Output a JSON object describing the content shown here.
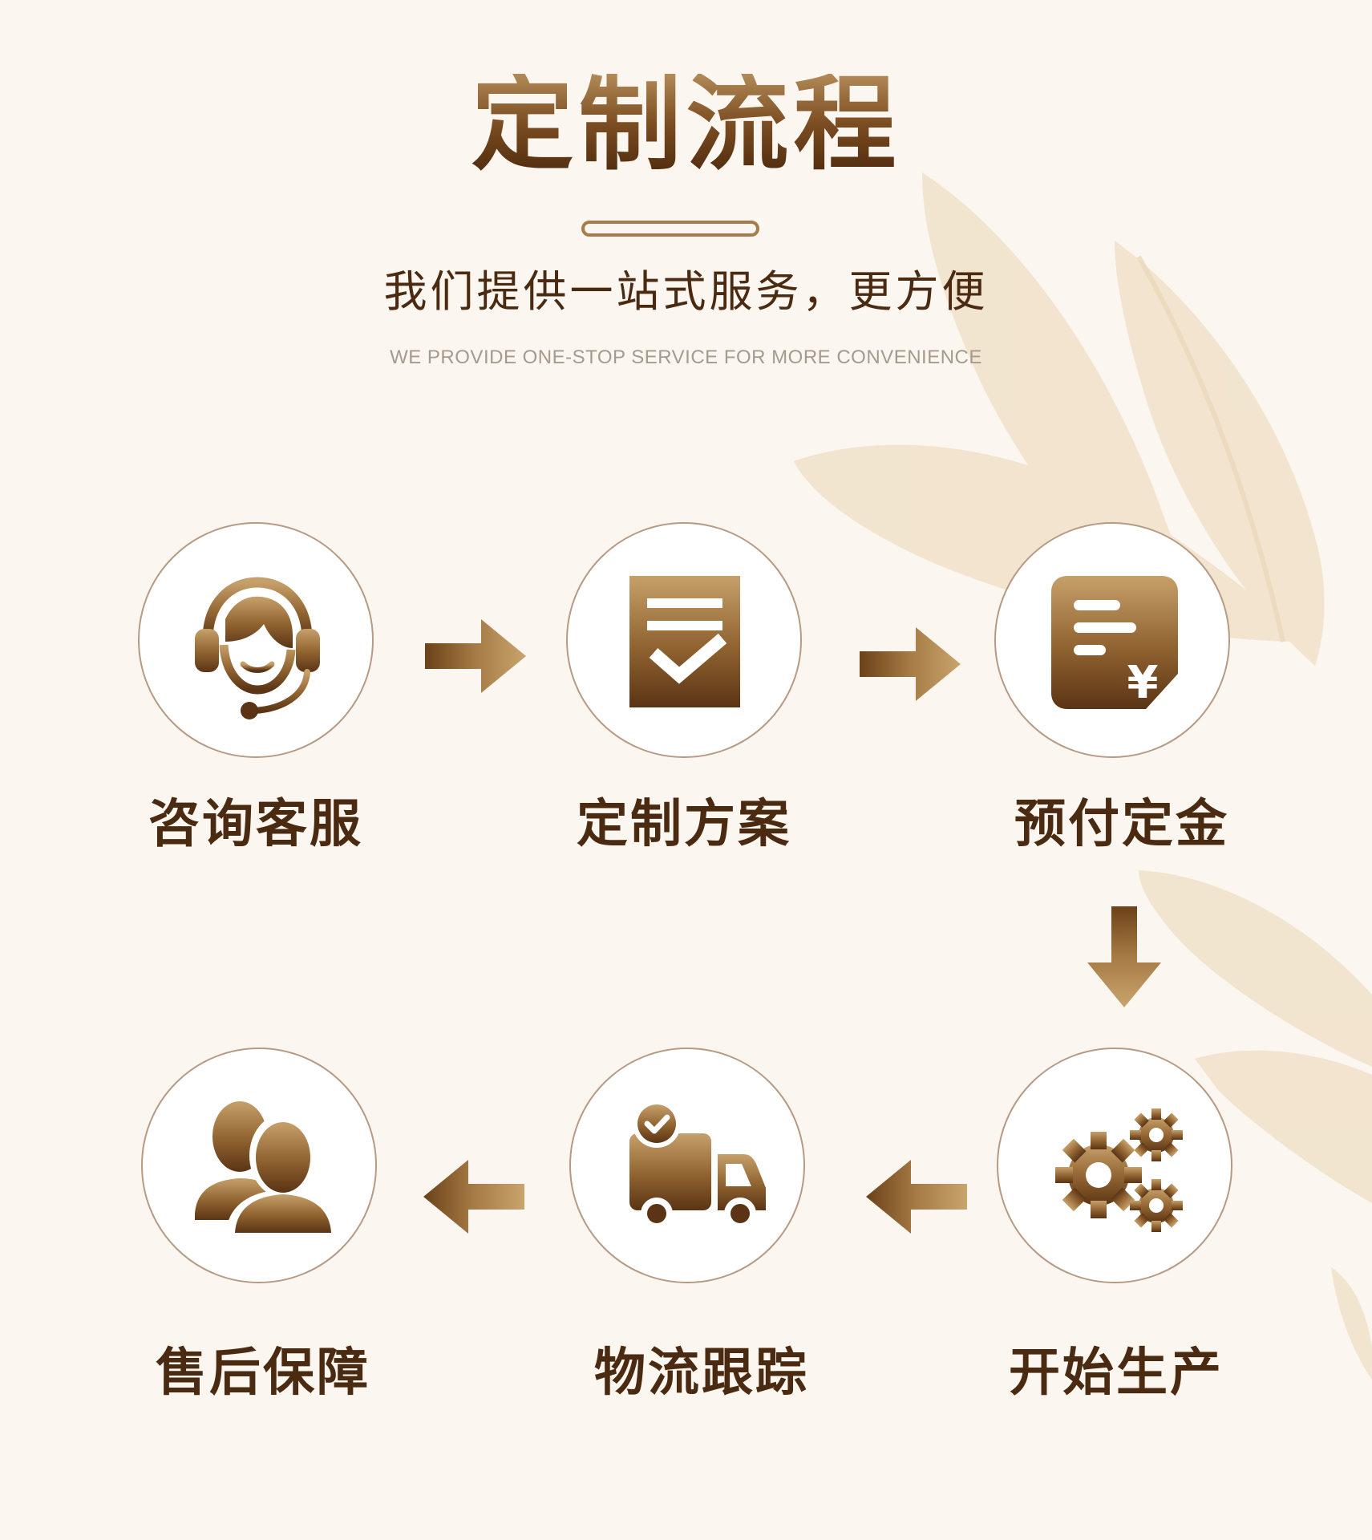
{
  "colors": {
    "background": "#fbf6ef",
    "brown_dark": "#4b2a12",
    "gold_light": "#c6a06a",
    "circle_border": "#b79a84"
  },
  "header": {
    "title": "定制流程",
    "subtitle": "我们提供一站式服务，更方便",
    "subtitle_en": "WE PROVIDE ONE-STOP SERVICE FOR MORE CONVENIENCE"
  },
  "steps": [
    {
      "label": "咨询客服",
      "icon": "customer-service-headset-icon"
    },
    {
      "label": "定制方案",
      "icon": "checklist-document-icon"
    },
    {
      "label": "预付定金",
      "icon": "invoice-yuan-icon"
    },
    {
      "label": "开始生产",
      "icon": "gears-icon"
    },
    {
      "label": "物流跟踪",
      "icon": "delivery-truck-icon"
    },
    {
      "label": "售后保障",
      "icon": "users-icon"
    }
  ],
  "icon_glyphs": {
    "yuan_sign": "¥"
  }
}
